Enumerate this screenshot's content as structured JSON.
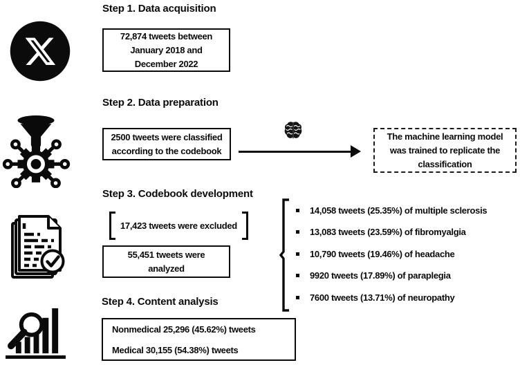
{
  "colors": {
    "ink": "#0a0a0a",
    "background": "#ffffff"
  },
  "step1": {
    "title": "Step 1. Data acquisition",
    "icon": "x-twitter-logo-icon",
    "box": "72,874 tweets between\nJanuary 2018 and\nDecember 2022"
  },
  "step2": {
    "title": "Step 2. Data preparation",
    "icon": "data-processing-funnel-gear-icon",
    "box": "2500 tweets were classified\naccording to the codebook",
    "brain_icon": "brain-icon",
    "ml_box": "The machine learning model\nwas trained to replicate the\nclassification"
  },
  "step3": {
    "title": "Step 3. Codebook development",
    "icon": "documents-checkmark-icon",
    "excluded": "17,423 tweets were excluded",
    "box": "55,451 tweets were\nanalyzed",
    "list_items": [
      "14,058 tweets (25.35%) of multiple sclerosis",
      "13,083 tweets (23.59%) of fibromyalgia",
      "10,790 tweets (19.46%) of headache",
      "9920 tweets (17.89%) of paraplegia",
      "7600 tweets (13.71%) of neuropathy"
    ]
  },
  "step4": {
    "title": "Step 4. Content analysis",
    "icon": "magnifier-bar-chart-icon",
    "line1": "Nonmedical 25,296 (45.62%) tweets",
    "line2": "Medical 30,155 (54.38%) tweets"
  }
}
